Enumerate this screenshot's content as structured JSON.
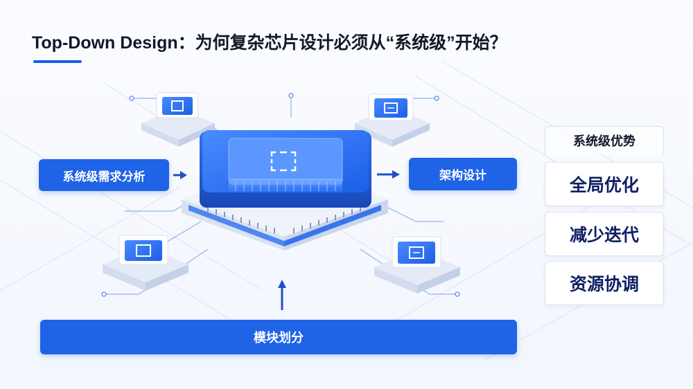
{
  "title": "Top-Down Design：为何复杂芯片设计必须从“系统级”开始？",
  "flow": {
    "requirements": "系统级需求分析",
    "architecture": "架构设计",
    "partition": "模块划分"
  },
  "advantages": {
    "header": "系统级优势",
    "items": [
      "全局优化",
      "减少迭代",
      "资源协调"
    ]
  },
  "colors": {
    "accent": "#1f63e6",
    "title": "#111827",
    "advantage_text": "#0f1e63"
  }
}
